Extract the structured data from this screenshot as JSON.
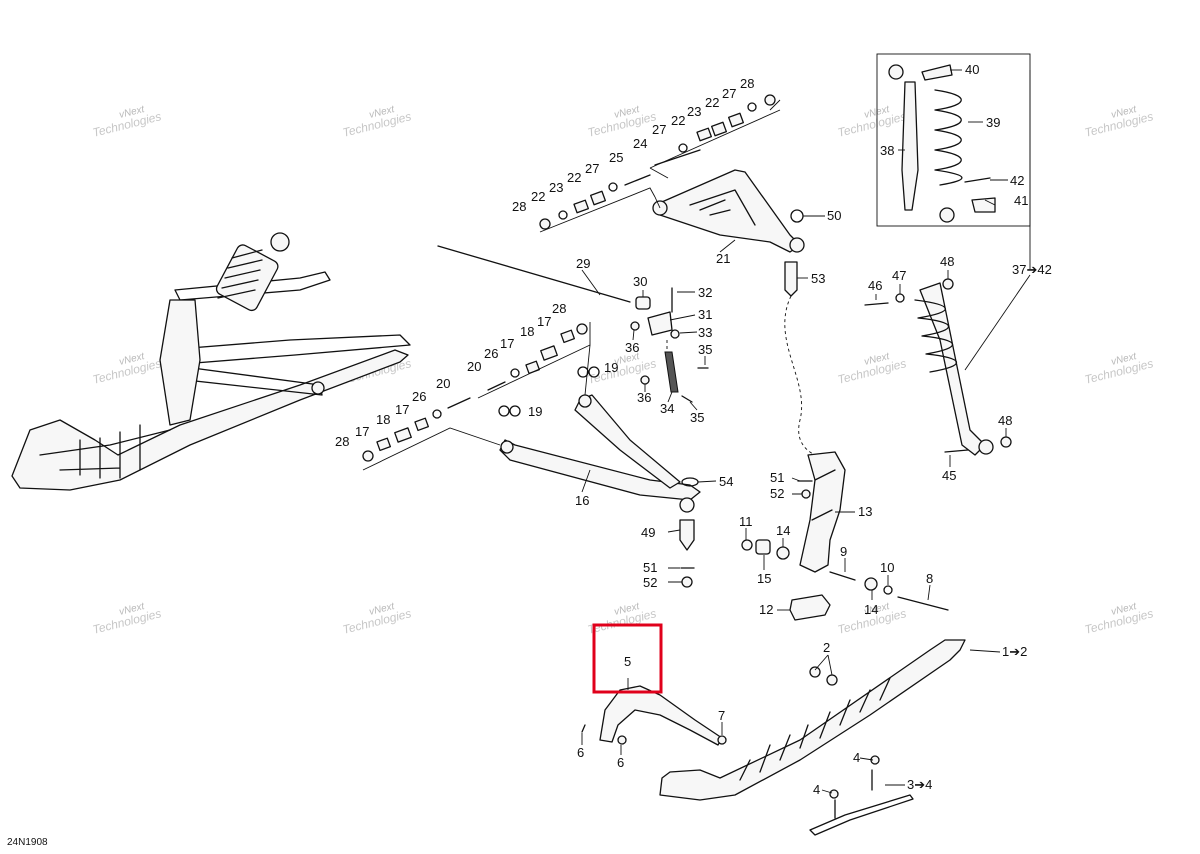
{
  "diagram": {
    "code": "24N1908",
    "highlight_label": "5",
    "highlight_color": "#e0001b",
    "watermark": {
      "line1": "vNext",
      "line2": "Technologies"
    },
    "callouts": {
      "c1to2": "1➔2",
      "c2": "2",
      "c3to4": "3➔4",
      "c4a": "4",
      "c4b": "4",
      "c6a": "6",
      "c6b": "6",
      "c7": "7",
      "c8": "8",
      "c9": "9",
      "c10": "10",
      "c11": "11",
      "c12": "12",
      "c13": "13",
      "c14a": "14",
      "c14b": "14",
      "c15": "15",
      "c16": "16",
      "c17a": "17",
      "c17b": "17",
      "c17c": "17",
      "c17d": "17",
      "c18a": "18",
      "c18b": "18",
      "c19a": "19",
      "c19b": "19",
      "c20a": "20",
      "c20b": "20",
      "c21": "21",
      "c22a": "22",
      "c22b": "22",
      "c22c": "22",
      "c22d": "22",
      "c23a": "23",
      "c23b": "23",
      "c24": "24",
      "c25": "25",
      "c26a": "26",
      "c26b": "26",
      "c27a": "27",
      "c27b": "27",
      "c27c": "27",
      "c28a": "28",
      "c28b": "28",
      "c28c": "28",
      "c28d": "28",
      "c29": "29",
      "c30": "30",
      "c31": "31",
      "c32": "32",
      "c33": "33",
      "c34": "34",
      "c35a": "35",
      "c35b": "35",
      "c36a": "36",
      "c36b": "36",
      "c37to42": "37➔42",
      "c38": "38",
      "c39": "39",
      "c40": "40",
      "c41": "41",
      "c42": "42",
      "c45": "45",
      "c46": "46",
      "c47": "47",
      "c48a": "48",
      "c48b": "48",
      "c49": "49",
      "c50": "50",
      "c51a": "51",
      "c51b": "51",
      "c52a": "52",
      "c52b": "52",
      "c53": "53",
      "c54": "54"
    }
  }
}
